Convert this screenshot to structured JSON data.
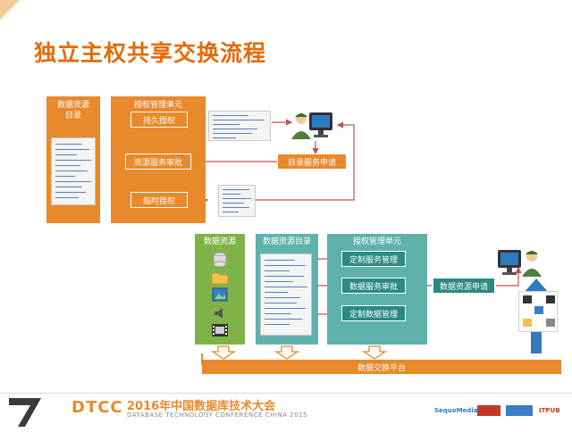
{
  "title": "独立主权共享交换流程",
  "top_flow": {
    "catalog_block": "数据资源\n目录",
    "auth_block": "授权管理单元",
    "btn_persistent": "持久授权",
    "btn_review": "资源服务审批",
    "btn_temporary": "临时授权",
    "btn_apply": "目录服务申请"
  },
  "bottom_flow": {
    "resource_block": "数据资源",
    "catalog_block": "数据资源目录",
    "auth_block": "授权管理单元",
    "btn_custom_service": "定制服务管理",
    "btn_service_review": "数据服务审批",
    "btn_custom_data": "定制数据管理",
    "btn_apply": "数据资源申请",
    "platform": "数据交换平台"
  },
  "icons": [
    "database-icon",
    "folder-icon",
    "image-icon",
    "speaker-icon",
    "film-icon",
    "user-computer-icon",
    "user-avatar-icon"
  ],
  "footer": {
    "logo": "DTCC",
    "conference": "2016年中国数据库技术大会",
    "conference_en": "DATABASE TECHNOLOGY CONFERENCE CHINA 2015",
    "sponsors": [
      "SequoMedia",
      "ITPUB"
    ]
  },
  "colors": {
    "orange": "#e8892c",
    "green": "#7fb347",
    "teal": "#5fb2ac",
    "title": "#e36c0a"
  }
}
